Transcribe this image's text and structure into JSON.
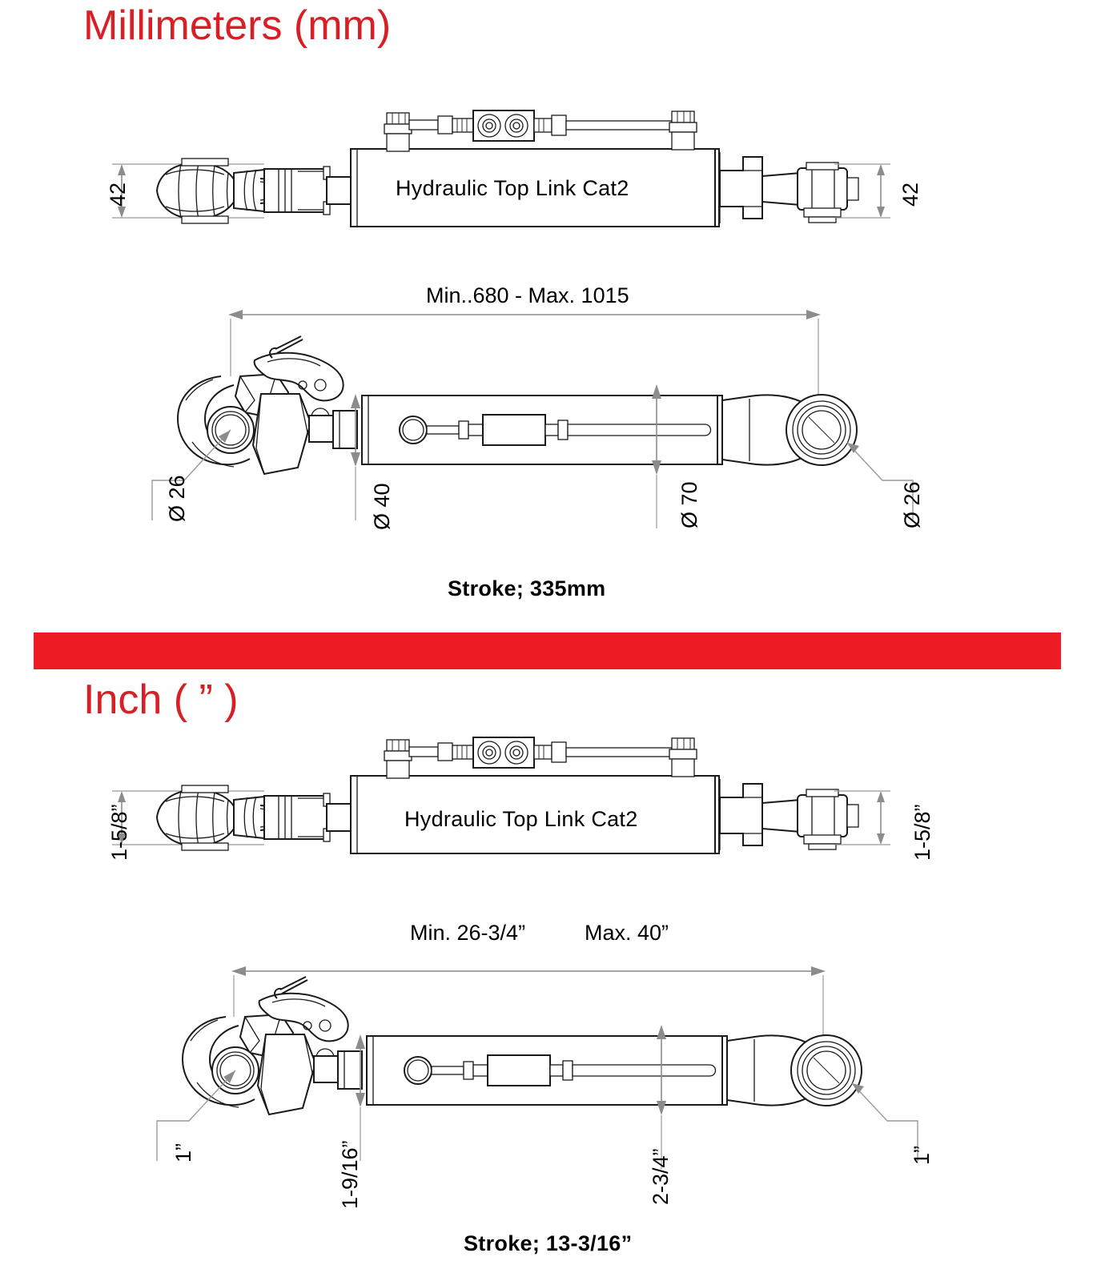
{
  "document": {
    "kind": "technical-dimension-drawing",
    "product": "Hydraulic Top Link Cat2",
    "accent_color": "#ed1c24",
    "line_color": "#1a1a1a",
    "dimension_color": "#8c8c8c"
  },
  "sections": [
    {
      "id": "millimeters",
      "title": "Millimeters (mm)",
      "product_label": "Hydraulic Top Link  Cat2",
      "overall_dimension": "Min..680  -  Max. 1015",
      "stroke_label": "Stroke; 335mm",
      "dimensions": {
        "eye_height_left": "42",
        "eye_height_right": "42",
        "hook_pin_bore": "Ø 26",
        "rod_diameter": "Ø 40",
        "bore_diameter": "Ø 70",
        "eye_bore": "Ø 26"
      }
    },
    {
      "id": "inch",
      "title": "Inch ( ” )",
      "product_label": "Hydraulic Top Link  Cat2",
      "overall_dimension_min": "Min. 26-3/4”",
      "overall_dimension_max": "Max.  40”",
      "stroke_label": "Stroke; 13-3/16”",
      "dimensions": {
        "eye_height_left": "1-5/8”",
        "eye_height_right": "1-5/8”",
        "hook_pin_bore": "1”",
        "rod_diameter": "1-9/16”",
        "bore_diameter": "2-3/4”",
        "eye_bore": "1”"
      }
    }
  ]
}
